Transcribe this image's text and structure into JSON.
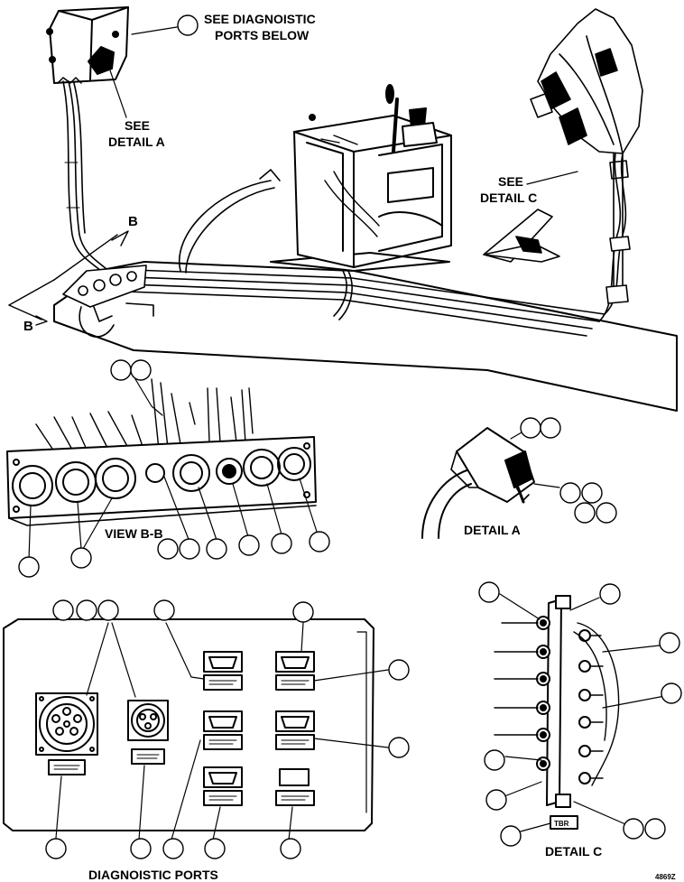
{
  "labels": {
    "see_diag_line1": "SEE DIAGNOISTIC",
    "see_diag_line2": "PORTS BELOW",
    "see_a_line1": "SEE",
    "see_a_line2": "DETAIL A",
    "see_c_line1": "SEE",
    "see_c_line2": "DETAIL C",
    "section_b_top": "B",
    "section_b_left": "B",
    "view_bb": "VIEW B-B",
    "detail_a": "DETAIL A",
    "detail_c": "DETAIL C",
    "diag_ports": "DIAGNOISTIC PORTS",
    "drawing_number": "4869Z",
    "tag_text": "TBR"
  }
}
